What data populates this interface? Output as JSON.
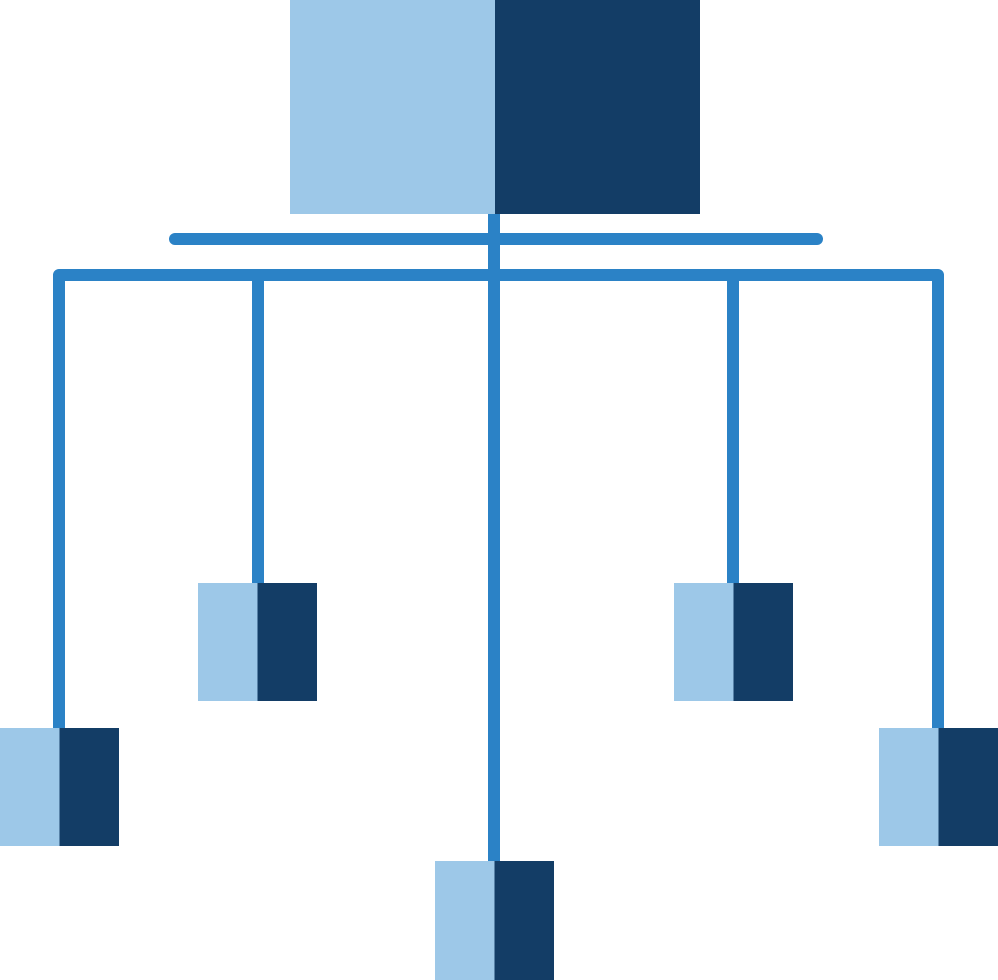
{
  "diagram": {
    "icon_name": "hierarchy-network-icon",
    "colors": {
      "light_fill": "#9DC8E8",
      "dark_fill": "#133D66",
      "connector": "#2B82C6",
      "background": "#FFFFFF"
    },
    "nodes": [
      {
        "id": "root",
        "role": "parent"
      },
      {
        "id": "child-far-left",
        "role": "child"
      },
      {
        "id": "child-inner-left",
        "role": "child"
      },
      {
        "id": "child-center",
        "role": "child"
      },
      {
        "id": "child-inner-right",
        "role": "child"
      },
      {
        "id": "child-far-right",
        "role": "child"
      }
    ],
    "edges": [
      {
        "from": "root",
        "to": "child-far-left"
      },
      {
        "from": "root",
        "to": "child-inner-left"
      },
      {
        "from": "root",
        "to": "child-center"
      },
      {
        "from": "root",
        "to": "child-inner-right"
      },
      {
        "from": "root",
        "to": "child-far-right"
      }
    ]
  }
}
